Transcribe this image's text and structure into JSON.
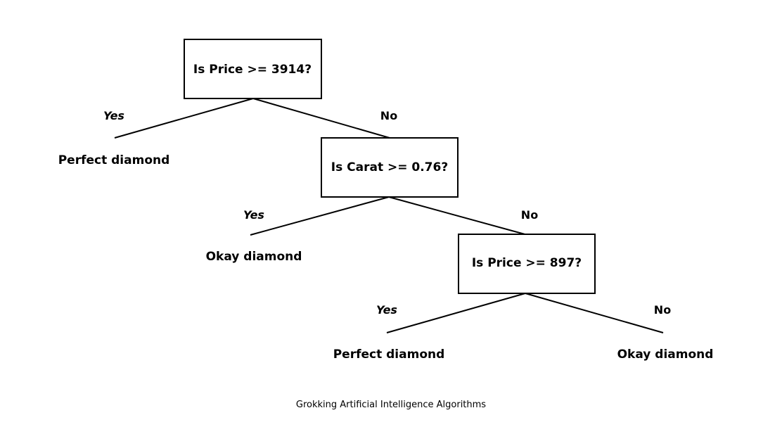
{
  "nodes": {
    "root": {
      "question": "Is Price >= 3914?"
    },
    "carat": {
      "question": "Is Carat >= 0.76?"
    },
    "price_low": {
      "question": "Is Price >= 897?"
    }
  },
  "edges": {
    "root_yes": "Yes",
    "root_no": "No",
    "carat_yes": "Yes",
    "carat_no": "No",
    "price_low_yes": "Yes",
    "price_low_no": "No"
  },
  "leaves": {
    "root_yes_leaf": "Perfect diamond",
    "carat_yes_leaf": "Okay diamond",
    "price_low_yes_leaf": "Perfect diamond",
    "price_low_no_leaf": "Okay diamond"
  },
  "footer": "Grokking Artificial Intelligence Algorithms"
}
